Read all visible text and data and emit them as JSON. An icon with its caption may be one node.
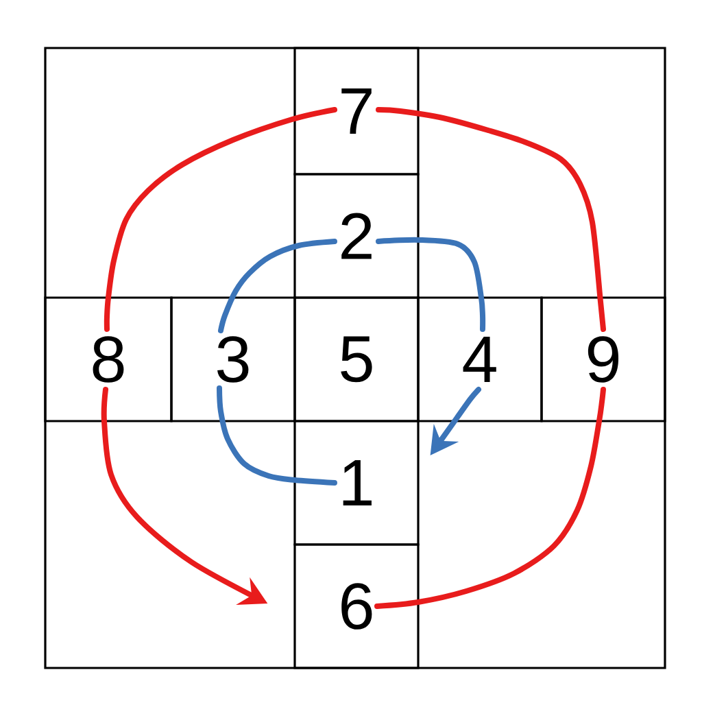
{
  "diagram": {
    "nodes": [
      {
        "text": [
          "7"
        ]
      },
      {
        "text": [
          "2"
        ]
      },
      {
        "text": [
          "8"
        ]
      },
      {
        "text": [
          "3"
        ]
      },
      {
        "text": [
          "5"
        ]
      },
      {
        "text": [
          "4"
        ]
      },
      {
        "text": [
          "9"
        ]
      },
      {
        "text": [
          "1"
        ]
      },
      {
        "text": [
          "6"
        ]
      }
    ],
    "edges": [
      {
        "from": 7,
        "to": 3,
        "arrow": "none",
        "color": "#3b74b8"
      },
      {
        "from": 3,
        "to": 1,
        "arrow": "none",
        "color": "#3b74b8"
      },
      {
        "from": 1,
        "to": 5,
        "arrow": "none",
        "color": "#3b74b8"
      },
      {
        "from": 5,
        "to": 7,
        "arrow": "to",
        "color": "#3b74b8"
      },
      {
        "from": 8,
        "to": 6,
        "arrow": "none",
        "color": "#e81c1c"
      },
      {
        "from": 6,
        "to": 0,
        "arrow": "none",
        "color": "#e81c1c"
      },
      {
        "from": 0,
        "to": 2,
        "arrow": "none",
        "color": "#e81c1c"
      },
      {
        "from": 2,
        "to": 8,
        "arrow": "to",
        "color": "#e81c1c"
      }
    ]
  }
}
